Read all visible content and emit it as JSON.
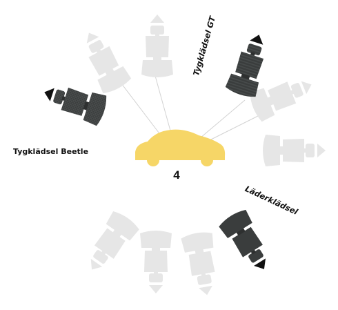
{
  "configurator": {
    "center_count": "4",
    "labels": {
      "beetle": "Tygklädsel Beetle",
      "gt": "Tygklädsel GT",
      "leather": "Läderklädsel"
    },
    "car_color": "#F6D667",
    "ghost_seat_color": "#E6E6E6",
    "active_seat_color": "#3A3D3D",
    "connector_color": "#CFCFCF",
    "seats": [
      {
        "name": "beetle-cloth",
        "state": "selected"
      },
      {
        "name": "gt-cloth",
        "state": "selected"
      },
      {
        "name": "leather",
        "state": "selected"
      },
      {
        "name": "ghost-left-upper",
        "state": "inactive"
      },
      {
        "name": "ghost-top",
        "state": "inactive"
      },
      {
        "name": "ghost-right-upper",
        "state": "inactive"
      },
      {
        "name": "ghost-right",
        "state": "inactive"
      },
      {
        "name": "ghost-bottom-left",
        "state": "inactive"
      },
      {
        "name": "ghost-bottom-mid",
        "state": "inactive"
      },
      {
        "name": "ghost-bottom-right",
        "state": "inactive"
      }
    ]
  }
}
